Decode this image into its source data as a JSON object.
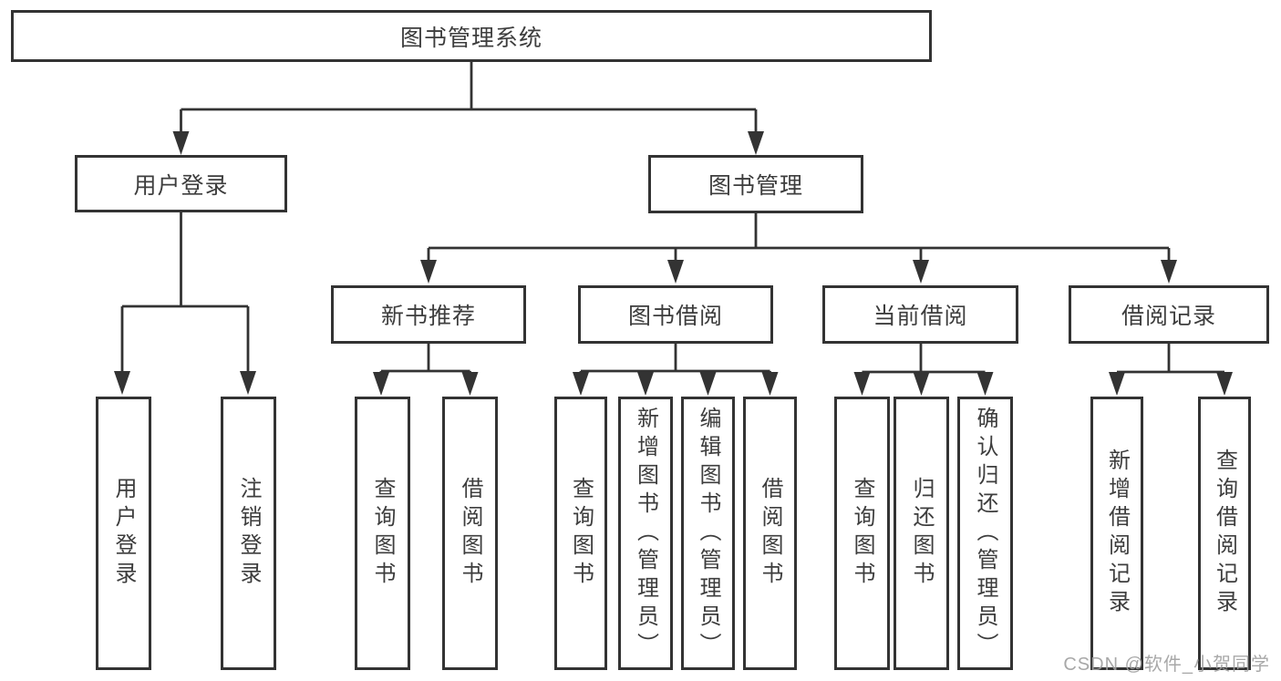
{
  "colors": {
    "line": "#333333",
    "box_border": "#333333",
    "text": "#3d3d3d",
    "background": "#ffffff",
    "watermark": "#9e9e9e"
  },
  "diagram": {
    "root": {
      "label": "图书管理系统"
    },
    "branches": [
      {
        "label": "用户登录",
        "children": [
          {
            "label": "用户登录"
          },
          {
            "label": "注销登录"
          }
        ]
      },
      {
        "label": "图书管理",
        "children": [
          {
            "label": "新书推荐",
            "children": [
              {
                "label": "查询图书"
              },
              {
                "label": "借阅图书"
              }
            ]
          },
          {
            "label": "图书借阅",
            "children": [
              {
                "label": "查询图书"
              },
              {
                "label": "新增图书（管理员）"
              },
              {
                "label": "编辑图书（管理员）"
              },
              {
                "label": "借阅图书"
              }
            ]
          },
          {
            "label": "当前借阅",
            "children": [
              {
                "label": "查询图书"
              },
              {
                "label": "归还图书"
              },
              {
                "label": "确认归还（管理员）"
              }
            ]
          },
          {
            "label": "借阅记录",
            "children": [
              {
                "label": "新增借阅记录"
              },
              {
                "label": "查询借阅记录"
              }
            ]
          }
        ]
      }
    ]
  },
  "watermark": {
    "text": "CSDN @软件_小贺同学"
  }
}
